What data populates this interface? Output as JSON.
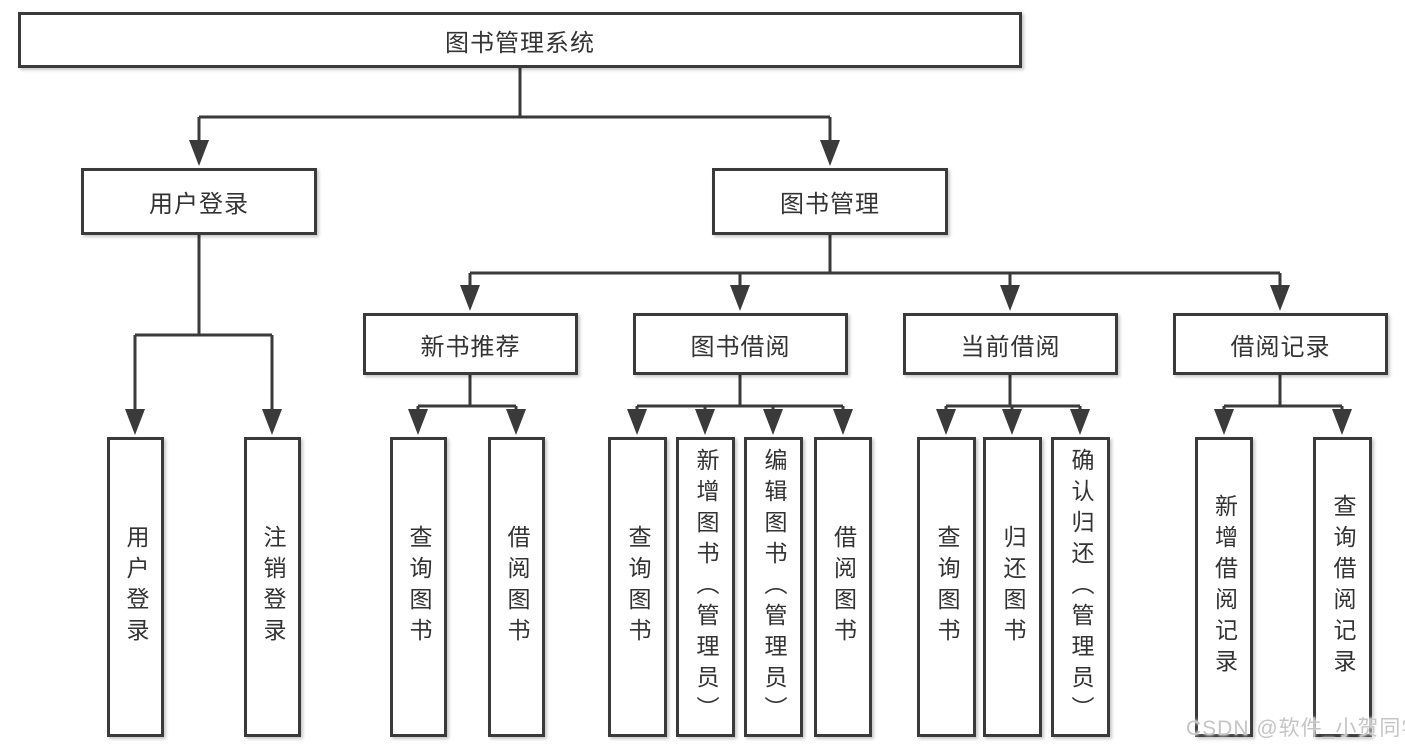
{
  "diagram": {
    "root": {
      "label": "图书管理系统"
    },
    "branches": [
      {
        "label": "用户登录",
        "children": [
          {
            "label": "用户登录"
          },
          {
            "label": "注销登录"
          }
        ]
      },
      {
        "label": "图书管理",
        "groups": [
          {
            "label": "新书推荐",
            "children": [
              {
                "label": "查询图书"
              },
              {
                "label": "借阅图书"
              }
            ]
          },
          {
            "label": "图书借阅",
            "children": [
              {
                "label": "查询图书"
              },
              {
                "label": "新增图书（管理员）"
              },
              {
                "label": "编辑图书（管理员）"
              },
              {
                "label": "借阅图书"
              }
            ]
          },
          {
            "label": "当前借阅",
            "children": [
              {
                "label": "查询图书"
              },
              {
                "label": "归还图书"
              },
              {
                "label": "确认归还（管理员）"
              }
            ]
          },
          {
            "label": "借阅记录",
            "children": [
              {
                "label": "新增借阅记录"
              },
              {
                "label": "查询借阅记录"
              }
            ]
          }
        ]
      }
    ],
    "watermark": "CSDN @软件_小贺同学",
    "colors": {
      "line": "#3a3a3a",
      "text": "#333333",
      "box_background": "#ffffff",
      "watermark": "#c5c5c5"
    }
  }
}
